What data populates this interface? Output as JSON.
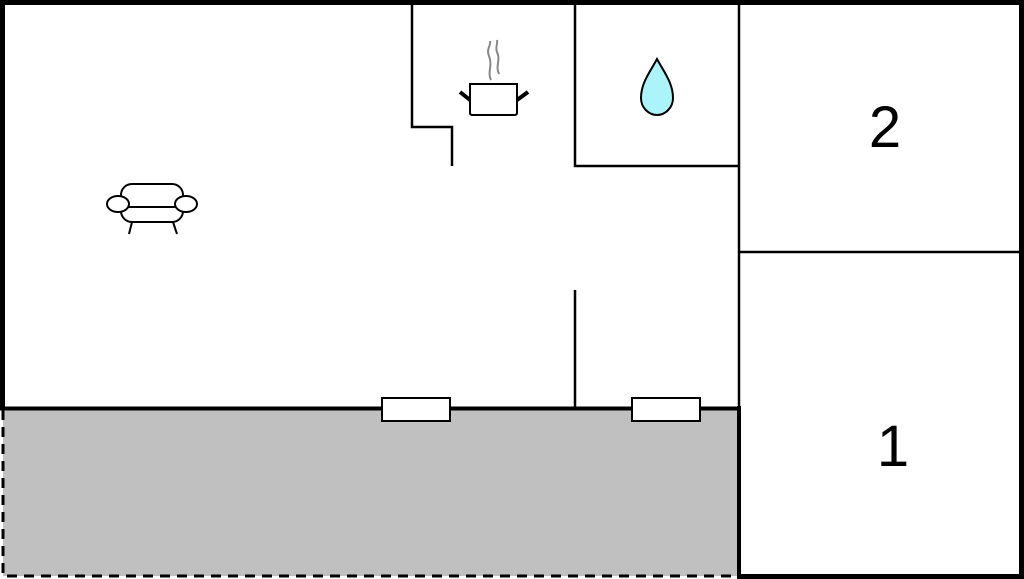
{
  "plan": {
    "rooms": [
      {
        "id": "room-2",
        "label": "2"
      },
      {
        "id": "room-1",
        "label": "1"
      }
    ],
    "icons": [
      "sofa-icon",
      "cooking-pot-icon",
      "water-drop-icon"
    ],
    "colors": {
      "wall": "#000000",
      "terrace": "#c0c0c0",
      "water": "#aaf4fa",
      "steam": "#888888"
    }
  }
}
